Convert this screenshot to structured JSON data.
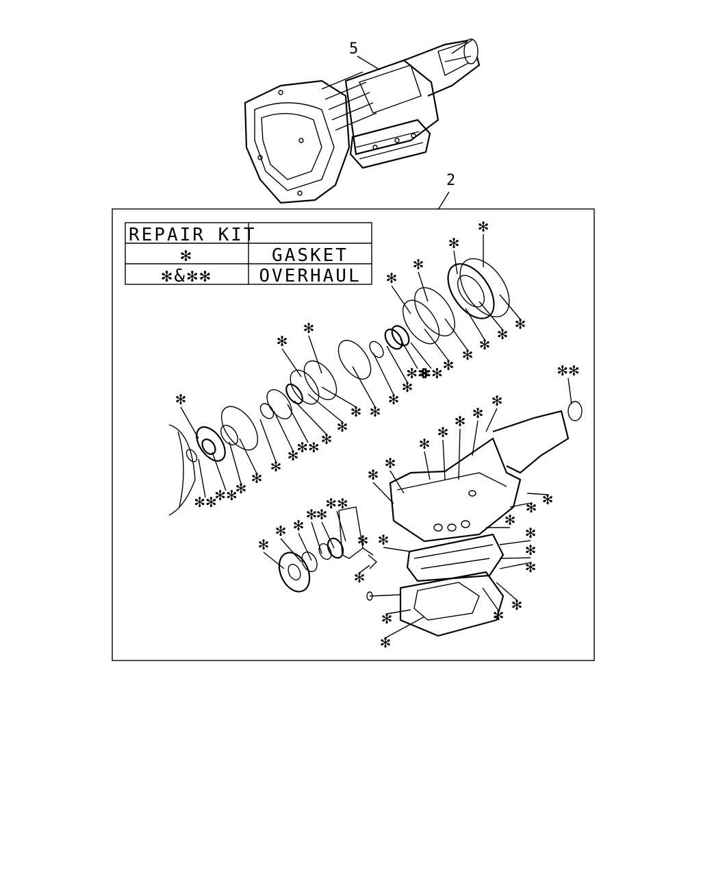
{
  "callouts": {
    "transmission": "5",
    "kit_box": "2"
  },
  "repair_kit_table": {
    "header": "REPAIR KIT",
    "header_value": "",
    "rows": [
      {
        "symbol": "✻",
        "name": "GASKET"
      },
      {
        "symbol": "✻&✻✻",
        "name": "OVERHAUL"
      }
    ]
  },
  "markers": {
    "single": "✻",
    "double": "✻✻"
  },
  "colors": {
    "line": "#000000",
    "background": "#ffffff"
  }
}
